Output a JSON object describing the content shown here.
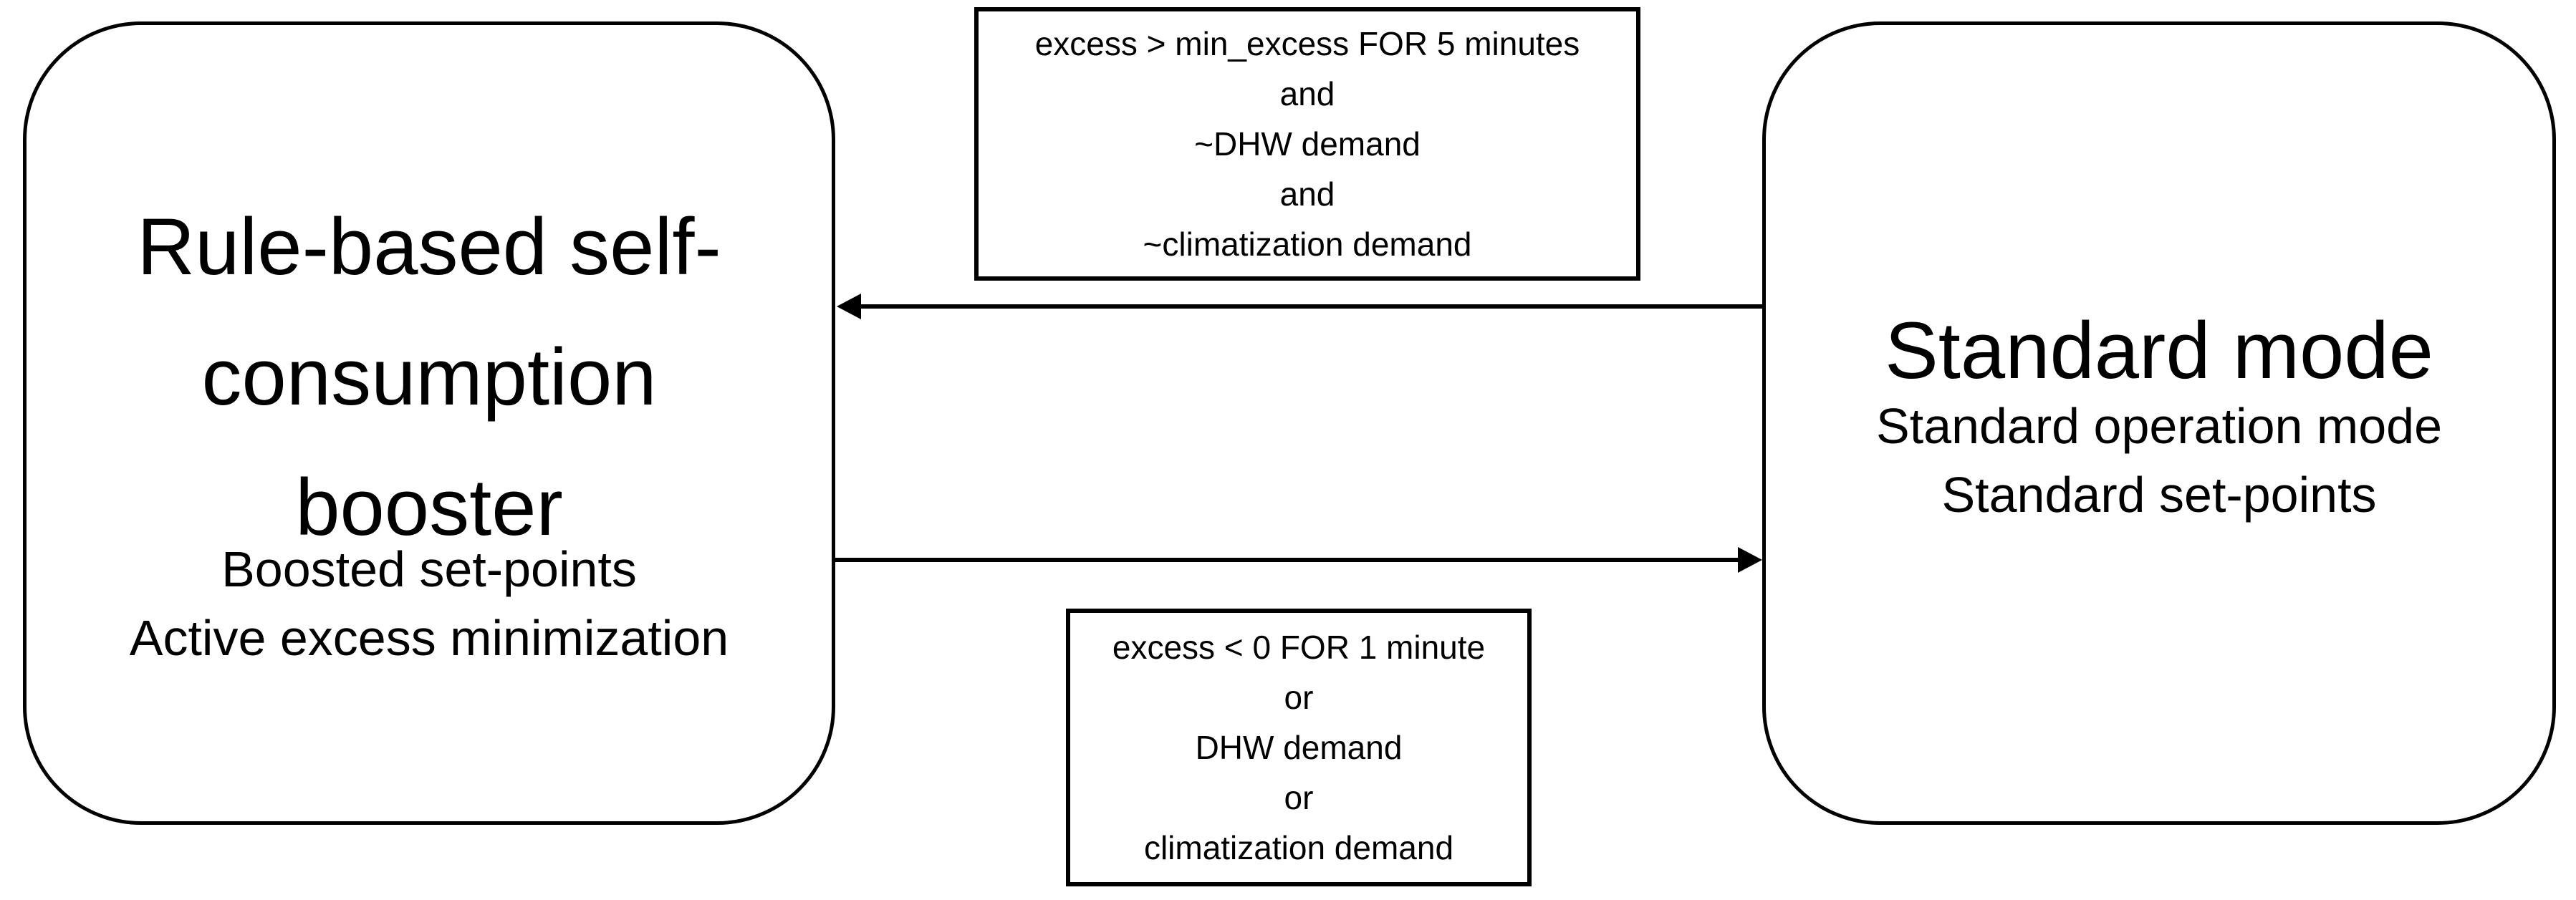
{
  "colors": {
    "ink": "#000000",
    "paper": "#ffffff"
  },
  "states": {
    "booster": {
      "title_lines": [
        "Rule-based self-",
        "consumption",
        "booster"
      ],
      "subtitle_lines": [
        "Boosted set-points",
        "Active excess minimization"
      ]
    },
    "standard": {
      "title_lines": [
        "Standard mode"
      ],
      "subtitle_lines": [
        "Standard operation mode",
        "Standard set-points"
      ]
    }
  },
  "transitions": {
    "standard_to_booster": {
      "direction": "right-to-left",
      "condition_lines": [
        "excess > min_excess FOR 5 minutes",
        "and",
        "~DHW demand",
        "and",
        "~climatization demand"
      ]
    },
    "booster_to_standard": {
      "direction": "left-to-right",
      "condition_lines": [
        "excess < 0 FOR 1 minute",
        "or",
        "DHW demand",
        "or",
        "climatization demand"
      ]
    }
  }
}
